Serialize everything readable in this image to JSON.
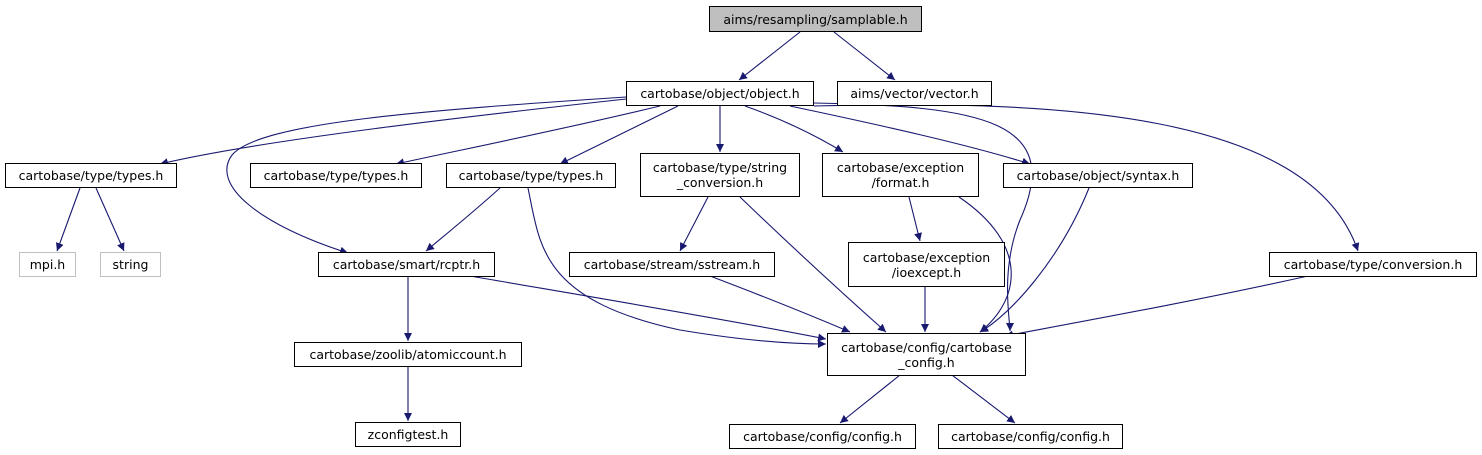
{
  "colors": {
    "edge": "#191970",
    "root_fill": "#bfbfbf",
    "external_border": "#bfbfbf"
  },
  "nodes": {
    "root": {
      "label": "aims/resampling/samplable.h"
    },
    "object": {
      "label": "cartobase/object/object.h"
    },
    "vector": {
      "label": "aims/vector/vector.h"
    },
    "types1": {
      "label": "cartobase/type/types.h"
    },
    "types2": {
      "label": "cartobase/type/types.h"
    },
    "types3": {
      "label": "cartobase/type/types.h"
    },
    "strconv": {
      "line1": "cartobase/type/string",
      "line2": "_conversion.h"
    },
    "format": {
      "line1": "cartobase/exception",
      "line2": "/format.h"
    },
    "syntax": {
      "label": "cartobase/object/syntax.h"
    },
    "mpi": {
      "label": "mpi.h"
    },
    "string": {
      "label": "string"
    },
    "rcptr": {
      "label": "cartobase/smart/rcptr.h"
    },
    "sstream": {
      "label": "cartobase/stream/sstream.h"
    },
    "ioexcept": {
      "line1": "cartobase/exception",
      "line2": "/ioexcept.h"
    },
    "conversion": {
      "label": "cartobase/type/conversion.h"
    },
    "atomic": {
      "label": "cartobase/zoolib/atomiccount.h"
    },
    "cbconfig": {
      "line1": "cartobase/config/cartobase",
      "line2": "_config.h"
    },
    "zconfig": {
      "label": "zconfigtest.h"
    },
    "config1": {
      "label": "cartobase/config/config.h"
    },
    "config2": {
      "label": "cartobase/config/config.h"
    }
  }
}
